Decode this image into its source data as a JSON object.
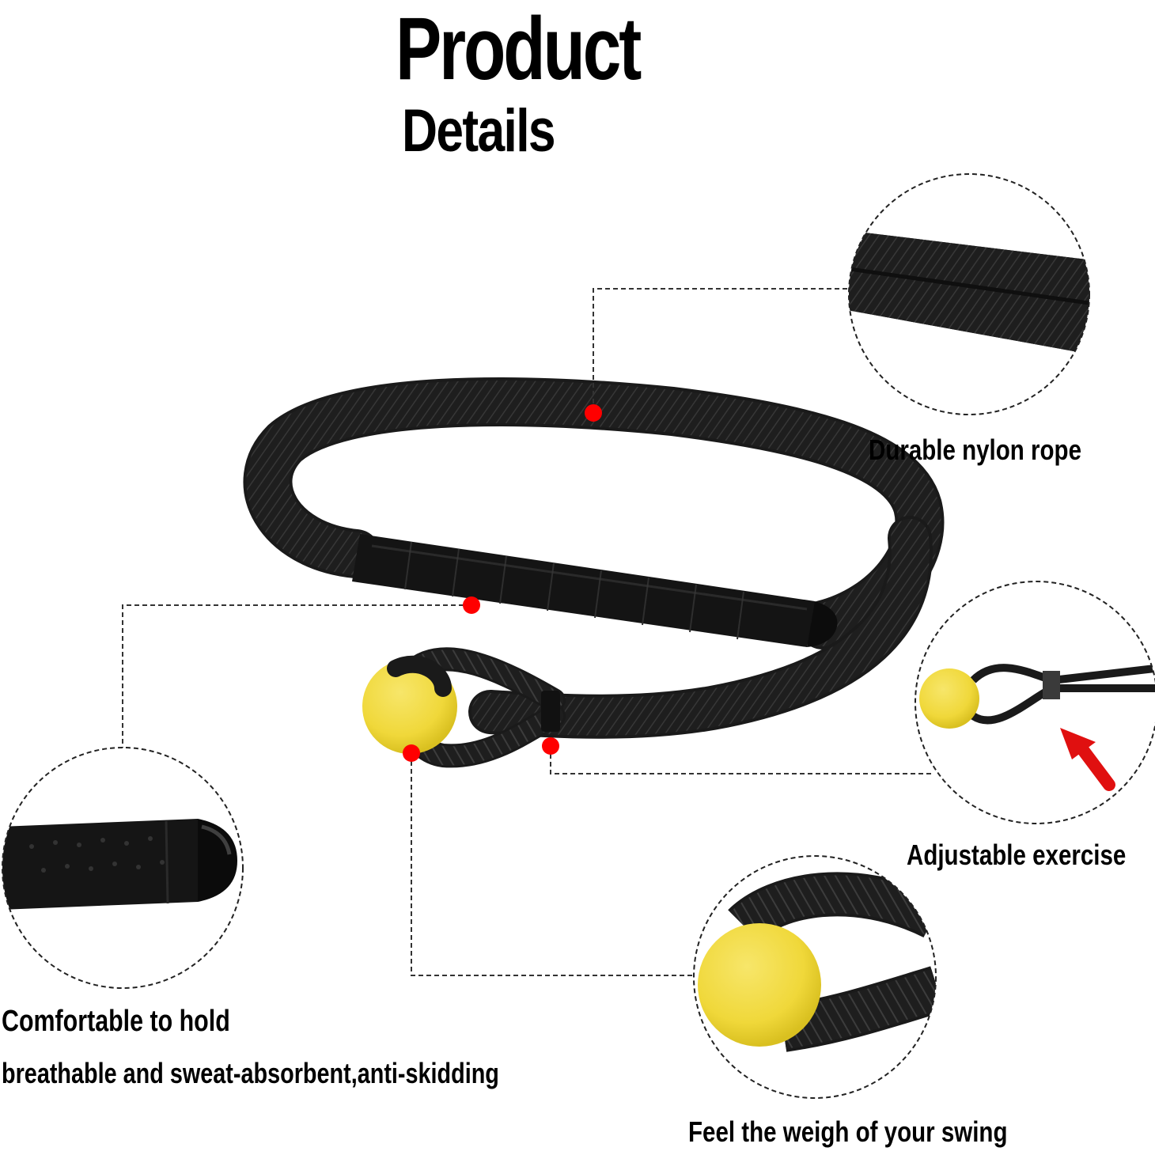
{
  "title": {
    "main": "Product",
    "sub": "Details"
  },
  "features": {
    "rope": "Durable nylon rope",
    "adjust": "Adjustable exercise",
    "grip": "Comfortable to hold",
    "grip_detail": "breathable and sweat-absorbent,anti-skidding",
    "ball": "Feel the weigh of your swing"
  },
  "colors": {
    "rope": "#1c1c1c",
    "ball": "#f2dc3c",
    "marker": "#ff0000",
    "arrow": "#e01010",
    "callout_line": "#333333"
  },
  "icons": {
    "marker": "red-dot-marker",
    "arrow": "red-arrow-icon"
  }
}
